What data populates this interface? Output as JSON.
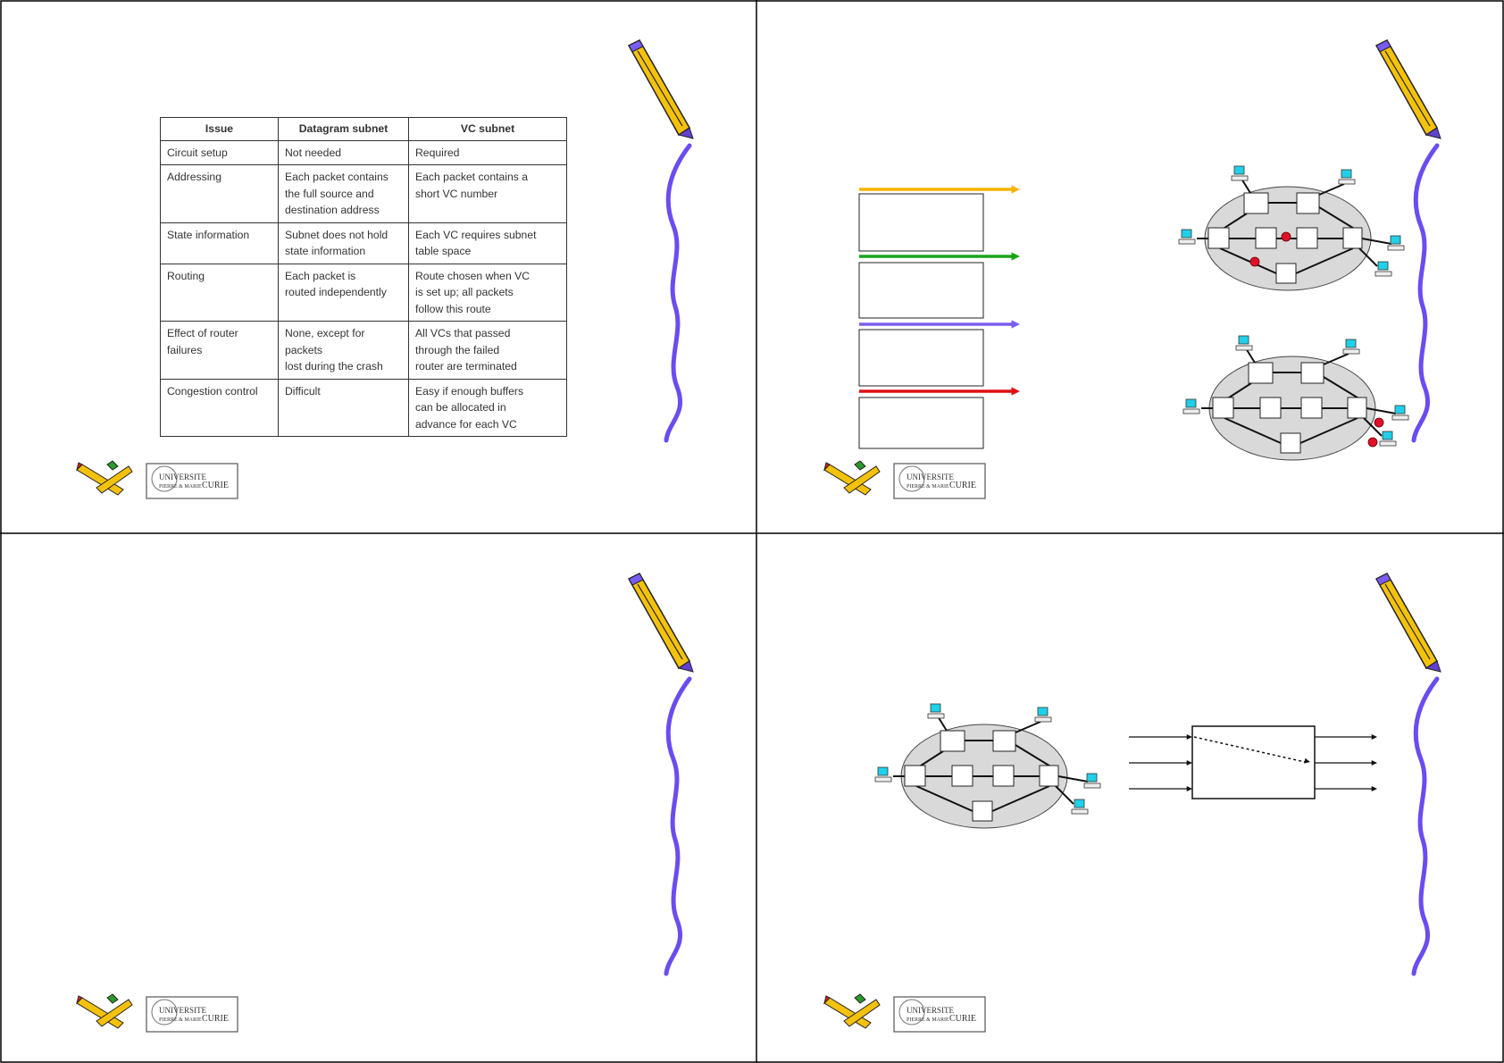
{
  "colors": {
    "pencil_body": "#f4c20d",
    "pencil_tip": "#7a5cf2",
    "wave": "#6b4cf0",
    "arrow_orange": "#f5b400",
    "arrow_green": "#1aa31a",
    "arrow_purple": "#7a5cf2",
    "arrow_red": "#e01010",
    "network_fill": "#d9d9d9",
    "failure_dot": "#e0102a",
    "host_screen": "#20d0e8"
  },
  "logo": {
    "line1": "UNIVERSITE",
    "line2": "PIERRE & MARIE",
    "line3": "CURIE"
  },
  "slide1": {
    "table": {
      "headers": [
        "Issue",
        "Datagram subnet",
        "VC subnet"
      ],
      "rows": [
        [
          "Circuit setup",
          "Not needed",
          "Required"
        ],
        [
          "Addressing",
          "Each packet contains\nthe full source and\ndestination address",
          "Each packet contains a\nshort VC number"
        ],
        [
          "State information",
          "Subnet does not hold\nstate information",
          "Each VC requires subnet\ntable space"
        ],
        [
          "Routing",
          "Each packet is\nrouted independently",
          "Route chosen when VC\nis set up; all packets\nfollow this route"
        ],
        [
          "Effect of router failures",
          "None, except for packets\nlost during the crash",
          "All VCs that passed\nthrough the failed\nrouter are terminated"
        ],
        [
          "Congestion control",
          "Difficult",
          "Easy if enough buffers\ncan be allocated in\nadvance for each VC"
        ]
      ]
    }
  }
}
